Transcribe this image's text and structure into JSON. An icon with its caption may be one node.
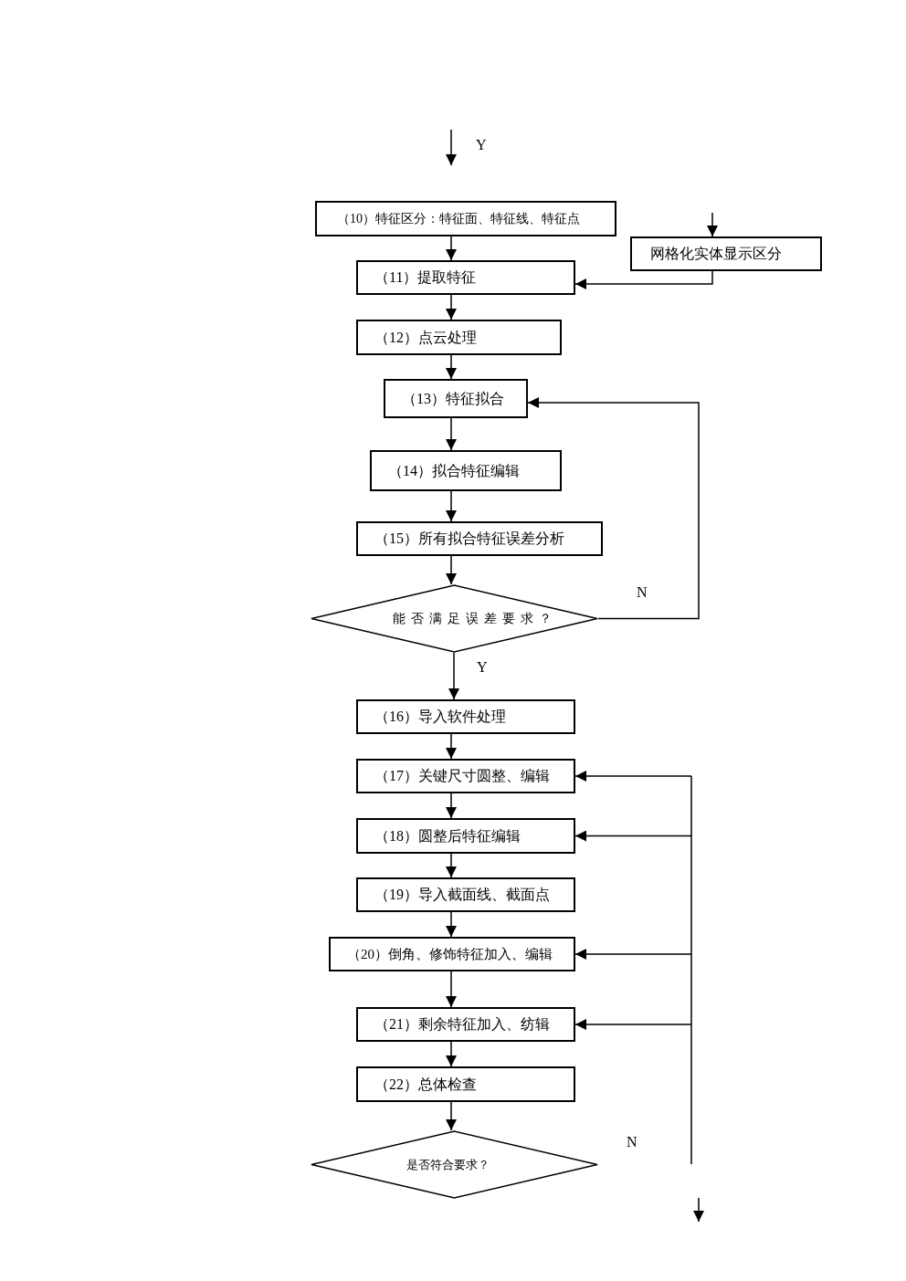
{
  "diagram": {
    "nodes": [
      {
        "text": [
          "（10）特征区分：特征面、特征线、特征点"
        ]
      },
      {
        "text": [
          "网格化实体显示区分"
        ]
      },
      {
        "text": [
          "（11）提取特征"
        ]
      },
      {
        "text": [
          "（12）点云处理"
        ]
      },
      {
        "text": [
          "（13）特征拟合"
        ]
      },
      {
        "text": [
          "（14）拟合特征编辑"
        ]
      },
      {
        "text": [
          "（15）所有拟合特征误差分析"
        ]
      },
      {
        "text": [
          "能否满足误差要求？"
        ]
      },
      {
        "text": [
          "（16）导入软件处理"
        ]
      },
      {
        "text": [
          "（17）关键尺寸圆整、编辑"
        ]
      },
      {
        "text": [
          "（18）圆整后特征编辑"
        ]
      },
      {
        "text": [
          "（19）导入截面线、截面点"
        ]
      },
      {
        "text": [
          "（20）倒角、修饰特征加入、编辑"
        ]
      },
      {
        "text": [
          "（21）剩余特征加入、纺辑"
        ]
      },
      {
        "text": [
          "（22）总体检查"
        ]
      },
      {
        "text": [
          "是否符合要求？"
        ]
      }
    ],
    "edges": [
      {
        "from": 0,
        "to": 2,
        "arrow": "to"
      },
      {
        "from": null,
        "to": 1,
        "arrow": "to"
      },
      {
        "from": 1,
        "to": 2,
        "arrow": "to"
      },
      {
        "from": 2,
        "to": 3,
        "arrow": "to"
      },
      {
        "from": 3,
        "to": 4,
        "arrow": "to"
      },
      {
        "from": 4,
        "to": 5,
        "arrow": "to"
      },
      {
        "from": 5,
        "to": 6,
        "arrow": "to"
      },
      {
        "from": 6,
        "to": 7,
        "arrow": "to"
      },
      {
        "from": 7,
        "to": 4,
        "arrow": "to",
        "label": "N"
      },
      {
        "from": 7,
        "to": 8,
        "arrow": "to",
        "label": "Y"
      },
      {
        "from": 8,
        "to": 9,
        "arrow": "to"
      },
      {
        "from": 9,
        "to": 10,
        "arrow": "to"
      },
      {
        "from": 10,
        "to": 11,
        "arrow": "to"
      },
      {
        "from": 11,
        "to": 12,
        "arrow": "to"
      },
      {
        "from": 12,
        "to": 13,
        "arrow": "to"
      },
      {
        "from": 13,
        "to": 14,
        "arrow": "to"
      },
      {
        "from": 14,
        "to": 15,
        "arrow": "to"
      },
      {
        "from": null,
        "to": 9,
        "arrow": "to"
      },
      {
        "from": null,
        "to": 10,
        "arrow": "to"
      },
      {
        "from": null,
        "to": 12,
        "arrow": "to"
      },
      {
        "from": null,
        "to": 13,
        "arrow": "to"
      }
    ],
    "labels": [
      "Y",
      "N"
    ]
  }
}
